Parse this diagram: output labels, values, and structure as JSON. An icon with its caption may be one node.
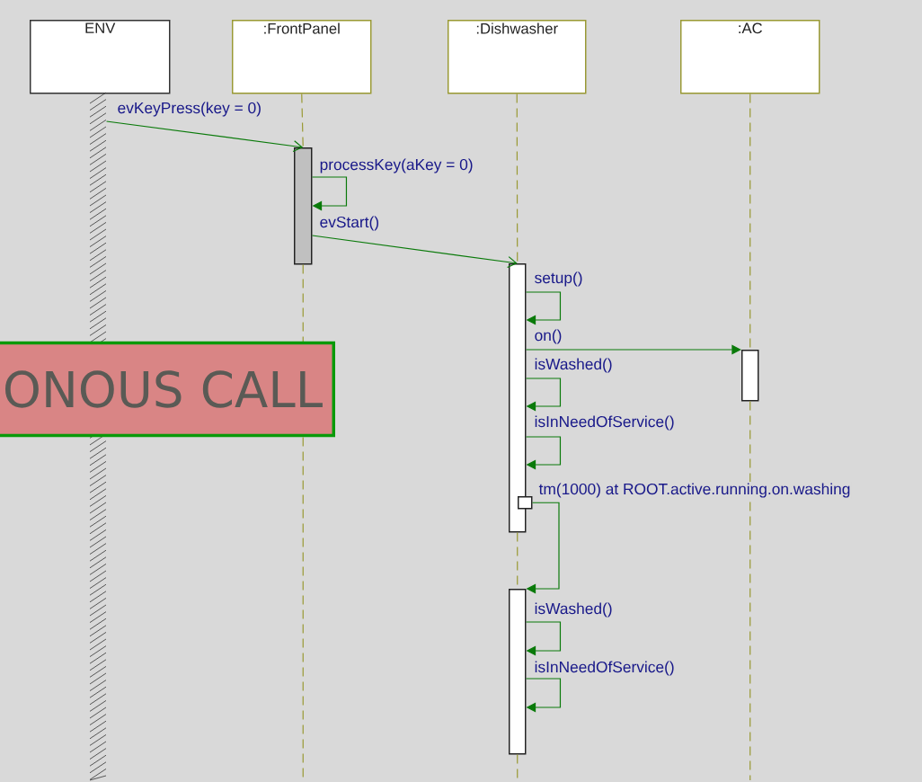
{
  "diagram": {
    "nodes": [
      {
        "text": [
          "ENV"
        ]
      },
      {
        "text": [
          ":FrontPanel"
        ]
      },
      {
        "text": [
          ":Dishwasher"
        ]
      },
      {
        "text": [
          ":AC"
        ]
      },
      {
        "text": [],
        "shape": "bar"
      },
      {
        "text": [],
        "shape": "bar"
      },
      {
        "text": [],
        "shape": "bar"
      },
      {
        "text": [],
        "shape": "bar"
      },
      {
        "text": [],
        "shape": "box"
      },
      {
        "text": [],
        "shape": "bar"
      },
      {
        "text": [
          "ONOUS CALL"
        ]
      }
    ],
    "edges": [
      {
        "from": 4,
        "to": 5,
        "arrow": "to",
        "label": "evKeyPress(key = 0)"
      },
      {
        "from": 5,
        "to": 5,
        "arrow": "to",
        "label": "processKey(aKey = 0)"
      },
      {
        "from": 5,
        "to": 6,
        "arrow": "to",
        "label": "evStart()"
      },
      {
        "from": 6,
        "to": 6,
        "arrow": "to",
        "label": "setup()"
      },
      {
        "from": 6,
        "to": 7,
        "arrow": "to",
        "label": "on()"
      },
      {
        "from": 6,
        "to": 6,
        "arrow": "to",
        "label": "isWashed()"
      },
      {
        "from": 6,
        "to": 6,
        "arrow": "to",
        "label": "isInNeedOfService()"
      },
      {
        "from": 8,
        "to": 9,
        "arrow": "to",
        "label": "tm(1000) at ROOT.active.running.on.washing"
      },
      {
        "from": 9,
        "to": 9,
        "arrow": "to",
        "label": "isWashed()"
      },
      {
        "from": 9,
        "to": 9,
        "arrow": "to",
        "label": "isInNeedOfService()"
      },
      {
        "from": 1,
        "to": 5,
        "arrow": "none",
        "style": "dashed",
        "color": "#999933"
      },
      {
        "from": 5,
        "to": null,
        "arrow": "none",
        "style": "dashed",
        "color": "#999933"
      },
      {
        "from": 2,
        "to": 6,
        "arrow": "none",
        "style": "dashed",
        "color": "#999933"
      },
      {
        "from": 6,
        "to": 9,
        "arrow": "none",
        "style": "dashed",
        "color": "#999933"
      },
      {
        "from": 3,
        "to": 7,
        "arrow": "none",
        "style": "dashed",
        "color": "#999933"
      },
      {
        "from": 7,
        "to": null,
        "arrow": "none",
        "style": "dashed",
        "color": "#999933"
      },
      {
        "from": 9,
        "to": null,
        "arrow": "none",
        "style": "dashed",
        "color": "#999933"
      }
    ]
  }
}
